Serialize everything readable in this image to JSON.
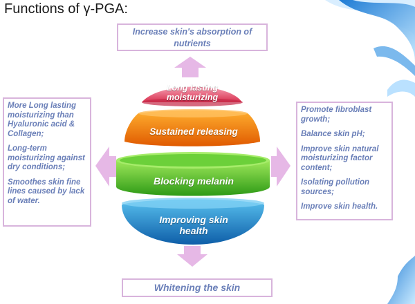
{
  "title": "Functions of γ-PGA:",
  "top_box": "Increase skin's absorption of nutrients",
  "bottom_box": "Whitening the skin",
  "layers": {
    "l1": "Long lasting moisturizing",
    "l2": "Sustained releasing",
    "l3": "Blocking melanin",
    "l4": "Improving skin health"
  },
  "left_items": [
    "More Long lasting moisturizing than Hyaluronic acid & Collagen;",
    "Long-term moisturizing against dry conditions;",
    "Smoothes skin fine lines caused by lack of water."
  ],
  "right_items": [
    "Promote fibroblast growth;",
    "Balance skin pH;",
    "Improve skin natural moisturizing factor content;",
    "Isolating pollution sources;",
    "Improve skin health."
  ],
  "colors": {
    "layer1": "#e84a6a",
    "layer2": "#f07a10",
    "layer3": "#4cbc2a",
    "layer4": "#1e88c8",
    "arrow": "#e6b8e6",
    "box_border": "#d8b4dc",
    "box_text": "#6a7fb8"
  }
}
